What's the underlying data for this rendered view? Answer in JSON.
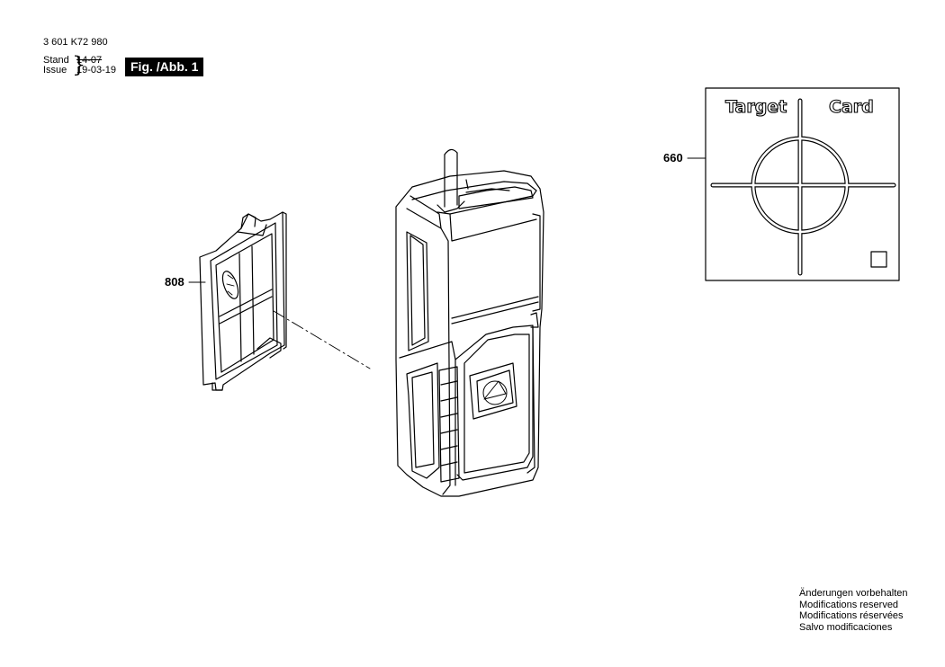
{
  "header": {
    "part_number": "3 601 K72 980",
    "stand_label": "Stand",
    "stand_date": "14-07",
    "issue_label": "Issue",
    "issue_date": "19-03-19",
    "figure_label": "Fig. /Abb. 1"
  },
  "callouts": [
    {
      "id": "808",
      "label": "808",
      "part": "battery-compartment-cover"
    },
    {
      "id": "660",
      "label": "660",
      "part": "target-card"
    }
  ],
  "target_card": {
    "word_left": "Target",
    "word_right": "Card"
  },
  "footer_notes": [
    "Änderungen vorbehalten",
    "Modifications reserved",
    "Modifications réservées",
    "Salvo modificaciones"
  ]
}
